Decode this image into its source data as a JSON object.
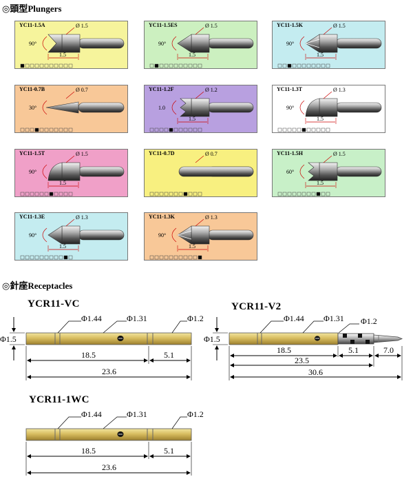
{
  "plungers": {
    "title": "◎頭型Plungers",
    "items": [
      {
        "code": "YC11-1.5A",
        "dia": "Ø 1.5",
        "len": "1.5",
        "angle": "90°",
        "color": "#f6f49c",
        "tip": "notch",
        "active": 0
      },
      {
        "code": "YC11-1.5ES",
        "dia": "Ø 1.5",
        "len": "1.5",
        "angle": "90°",
        "color": "#ccf0c0",
        "tip": "cone",
        "active": 1
      },
      {
        "code": "YC11-1.5K",
        "dia": "Ø 1.5",
        "len": "1.5",
        "angle": "90°",
        "color": "#c4ecf0",
        "tip": "crown",
        "active": 2
      },
      {
        "code": "YC11-0.7B",
        "dia": "Ø 0.7",
        "len": "",
        "angle": "30°",
        "color": "#f8c898",
        "tip": "needle",
        "active": 3
      },
      {
        "code": "YC11-1.2F",
        "dia": "Ø 1.2",
        "len": "1.5",
        "angle": "1.0",
        "color": "#b8a0e0",
        "tip": "fork",
        "active": 4
      },
      {
        "code": "YC11-1.3T",
        "dia": "Ø 1.3",
        "len": "1.5",
        "angle": "90°",
        "color": "#ffffff",
        "tip": "half",
        "active": 5
      },
      {
        "code": "YC11-1.5T",
        "dia": "Ø 1.5",
        "len": "1.5",
        "angle": "90°",
        "color": "#f0a0c8",
        "tip": "half",
        "active": 6
      },
      {
        "code": "YC11-0.7D",
        "dia": "Ø 0.7",
        "len": "",
        "angle": "",
        "color": "#f8f080",
        "tip": "round",
        "active": 7
      },
      {
        "code": "YC11-1.5H",
        "dia": "Ø 1.5",
        "len": "1.5",
        "angle": "60°",
        "color": "#c8f0c8",
        "tip": "fork",
        "active": 8
      },
      {
        "code": "YC11-1.3E",
        "dia": "Ø 1.3",
        "len": "1.5",
        "angle": "90°",
        "color": "#c4ecf0",
        "tip": "cone",
        "active": 9
      },
      {
        "code": "YC11-1.3K",
        "dia": "Ø 1.3",
        "len": "1.5",
        "angle": "90°",
        "color": "#f8c898",
        "tip": "crown",
        "active": 10
      }
    ]
  },
  "receptacles": {
    "title": "◎針座Receptacles",
    "items": [
      {
        "name": "YCR11-VC",
        "d1": "Φ1.44",
        "d2": "Φ1.31",
        "d3": "Φ1.2",
        "dia": "Φ1.5",
        "l1": "18.5",
        "l2": "5.1",
        "total": "23.6"
      },
      {
        "name": "YCR11-V2",
        "d1": "Φ1.44",
        "d2": "Φ1.31",
        "d3": "Φ1.2",
        "dia": "Φ1.5",
        "l1": "18.5",
        "l2": "5.1",
        "l3": "7.0",
        "mid": "23.5",
        "total": "30.6"
      },
      {
        "name": "YCR11-1WC",
        "d1": "Φ1.44",
        "d2": "Φ1.31",
        "d3": "Φ1.2",
        "l1": "18.5",
        "l2": "5.1",
        "total": "23.6"
      }
    ]
  }
}
